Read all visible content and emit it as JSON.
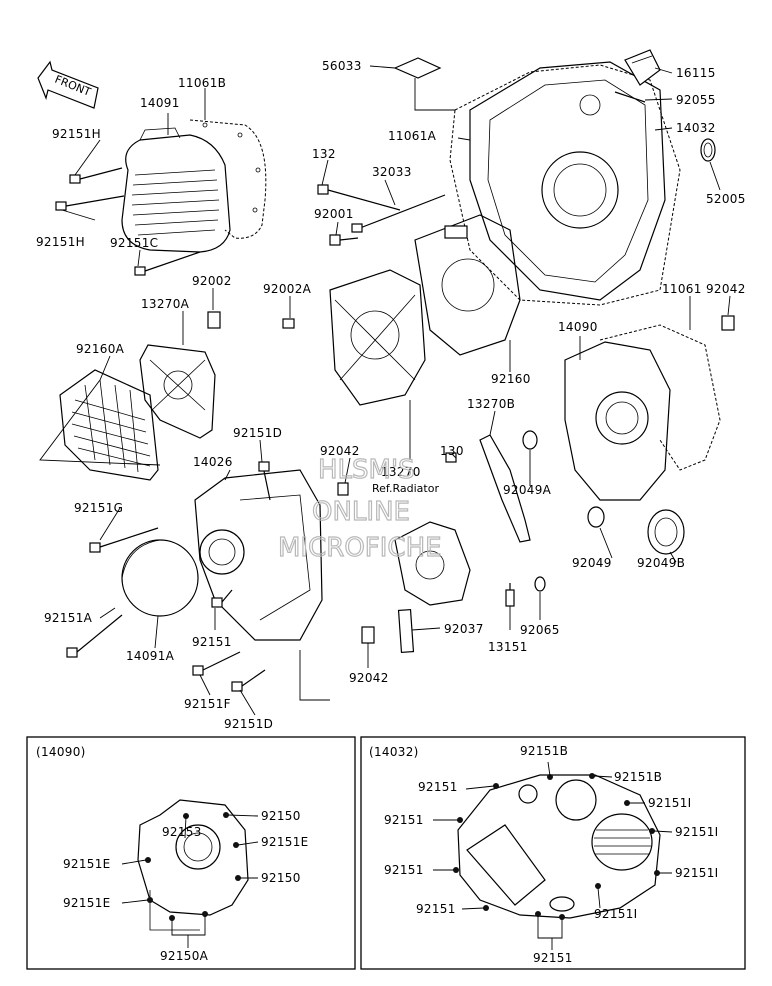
{
  "front_label": "FRONT",
  "watermark": {
    "line1": "HLSM'S",
    "line2": "ONLINE",
    "line3": "MICROFICHE",
    "ref": "Ref.Radiator"
  },
  "labels": {
    "p56033": "56033",
    "p16115": "16115",
    "p92055": "92055",
    "p11061A": "11061A",
    "p14032": "14032",
    "p52005": "52005",
    "p11061B": "11061B",
    "p14091": "14091",
    "p92151H_1": "92151H",
    "p92151H_2": "92151H",
    "p92151C": "92151C",
    "p132": "132",
    "p32033": "32033",
    "p92001": "92001",
    "p92002": "92002",
    "p13270A": "13270A",
    "p92002A": "92002A",
    "p92160A": "92160A",
    "p92160": "92160",
    "p11061": "11061",
    "p92042_a": "92042",
    "p14090": "14090",
    "p13270": "13270",
    "p92151D_1": "92151D",
    "p92042_b": "92042",
    "p130": "130",
    "p13270B": "13270B",
    "p92049A": "92049A",
    "p14026": "14026",
    "p92151G": "92151G",
    "p92049": "92049",
    "p92049B": "92049B",
    "p92151A": "92151A",
    "p14091A": "14091A",
    "p92151": "92151",
    "p92037": "92037",
    "p92065": "92065",
    "p13151": "13151",
    "p92042_c": "92042",
    "p92151F": "92151F",
    "p92151D_2": "92151D"
  },
  "inset_left": {
    "title": "(14090)",
    "labels": {
      "a": "92153",
      "b": "92150",
      "c": "92151E",
      "d": "92151E",
      "e": "92150",
      "f": "92151E",
      "g": "92150A"
    }
  },
  "inset_right": {
    "title": "(14032)",
    "labels": {
      "a": "92151B",
      "b": "92151B",
      "c": "92151",
      "d": "92151I",
      "e": "92151",
      "f": "92151I",
      "g": "92151",
      "h": "92151I",
      "i": "92151",
      "j": "92151I",
      "k": "92151"
    }
  }
}
